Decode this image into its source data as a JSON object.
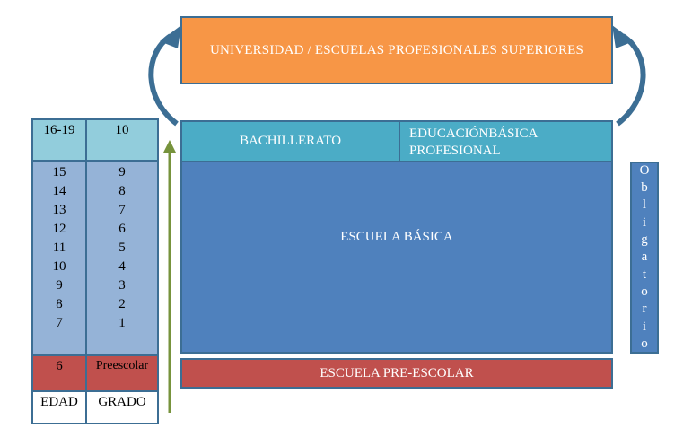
{
  "diagram": {
    "universidad": "UNIVERSIDAD / ESCUELAS PROFESIONALES SUPERIORES",
    "bachillerato": "BACHILLERATO",
    "educacion_basica_profesional_line1": "EDUCACIÓNBÁSICA",
    "educacion_basica_profesional_line2": "PROFESIONAL",
    "escuela_basica": "ESCUELA BÁSICA",
    "escuela_preescolar": "ESCUELA PRE-ESCOLAR",
    "obligatorio_letters": [
      "O",
      "b",
      "l",
      "i",
      "g",
      "a",
      "t",
      "o",
      "r",
      "i",
      "o"
    ]
  },
  "table": {
    "edad_header": "EDAD",
    "grado_header": "GRADO",
    "top_edad": "16-19",
    "top_grado": "10",
    "edades": [
      "15",
      "14",
      "13",
      "12",
      "11",
      "10",
      "9",
      "8",
      "7"
    ],
    "grados": [
      "9",
      "8",
      "7",
      "6",
      "5",
      "4",
      "3",
      "2",
      "1"
    ],
    "pre_edad": "6",
    "pre_grado": "Preescolar"
  },
  "colors": {
    "orange": "#f79646",
    "teal": "#4bacc6",
    "blue": "#4f81bd",
    "red": "#c0504d",
    "light_blue": "#95b3d7",
    "light_teal": "#92cddc",
    "arrow_green": "#77933c",
    "border": "#3c6e94"
  }
}
